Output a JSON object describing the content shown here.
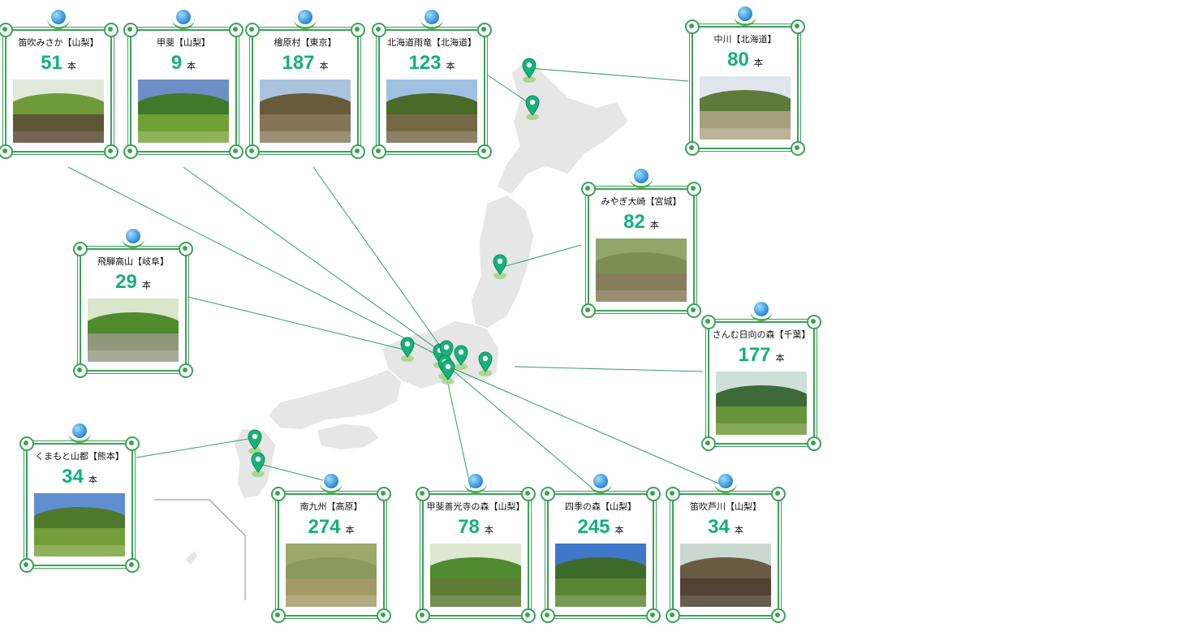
{
  "unit": "本",
  "colors": {
    "accent": "#14b07a",
    "frame": "#3aa25a",
    "land": "#e6e6e6",
    "line": "#2f9e6a"
  },
  "icons": {
    "badge": "globe-leaf-icon",
    "pin": "map-pin-icon"
  },
  "sites": [
    {
      "name": "笛吹みさか【山梨】",
      "count": "51",
      "photo": {
        "sky": "#dfe9d9",
        "hill": "#6f9a3a",
        "ground": "#5a4a34"
      }
    },
    {
      "name": "甲斐【山梨】",
      "count": "9",
      "photo": {
        "sky": "#6c8fc8",
        "hill": "#3f7a2a",
        "ground": "#7ca63c"
      }
    },
    {
      "name": "檜原村【東京】",
      "count": "187",
      "photo": {
        "sky": "#a9c3dd",
        "hill": "#6a5a3c",
        "ground": "#8a7a5a"
      }
    },
    {
      "name": "北海道雨竜【北海道】",
      "count": "123",
      "photo": {
        "sky": "#9ec1e3",
        "hill": "#4a6a2a",
        "ground": "#7a6a4a"
      }
    },
    {
      "name": "中川【北海道】",
      "count": "80",
      "photo": {
        "sky": "#dfe6ee",
        "hill": "#5f7a3a",
        "ground": "#b0a68a"
      }
    },
    {
      "name": "みやぎ大崎【宮城】",
      "count": "82",
      "photo": {
        "sky": "#8fa86a",
        "hill": "#7c8f52",
        "ground": "#8a7a5c"
      }
    },
    {
      "name": "飛騨高山【岐阜】",
      "count": "29",
      "photo": {
        "sky": "#d9e6c9",
        "hill": "#4f8a2c",
        "ground": "#9a9a8a"
      }
    },
    {
      "name": "さんむ日向の森【千葉】",
      "count": "177",
      "photo": {
        "sky": "#cfe0d8",
        "hill": "#3e6a3a",
        "ground": "#6e9a3a"
      }
    },
    {
      "name": "くまもと山都【熊本】",
      "count": "34",
      "photo": {
        "sky": "#5f8fd0",
        "hill": "#4f7a2c",
        "ground": "#7aa43c"
      }
    },
    {
      "name": "南九州【高原】",
      "count": "274",
      "photo": {
        "sky": "#9aa86a",
        "hill": "#889a5c",
        "ground": "#a89a6a"
      }
    },
    {
      "name": "甲斐善光寺の森【山梨】",
      "count": "78",
      "photo": {
        "sky": "#dce8cf",
        "hill": "#4f8a30",
        "ground": "#5e7a34"
      }
    },
    {
      "name": "四季の森【山梨】",
      "count": "245",
      "photo": {
        "sky": "#3f78c8",
        "hill": "#3e6a2a",
        "ground": "#5e8a34"
      }
    },
    {
      "name": "笛吹芦川【山梨】",
      "count": "34",
      "photo": {
        "sky": "#c9d9cf",
        "hill": "#6a5a44",
        "ground": "#4e3e30"
      }
    }
  ]
}
